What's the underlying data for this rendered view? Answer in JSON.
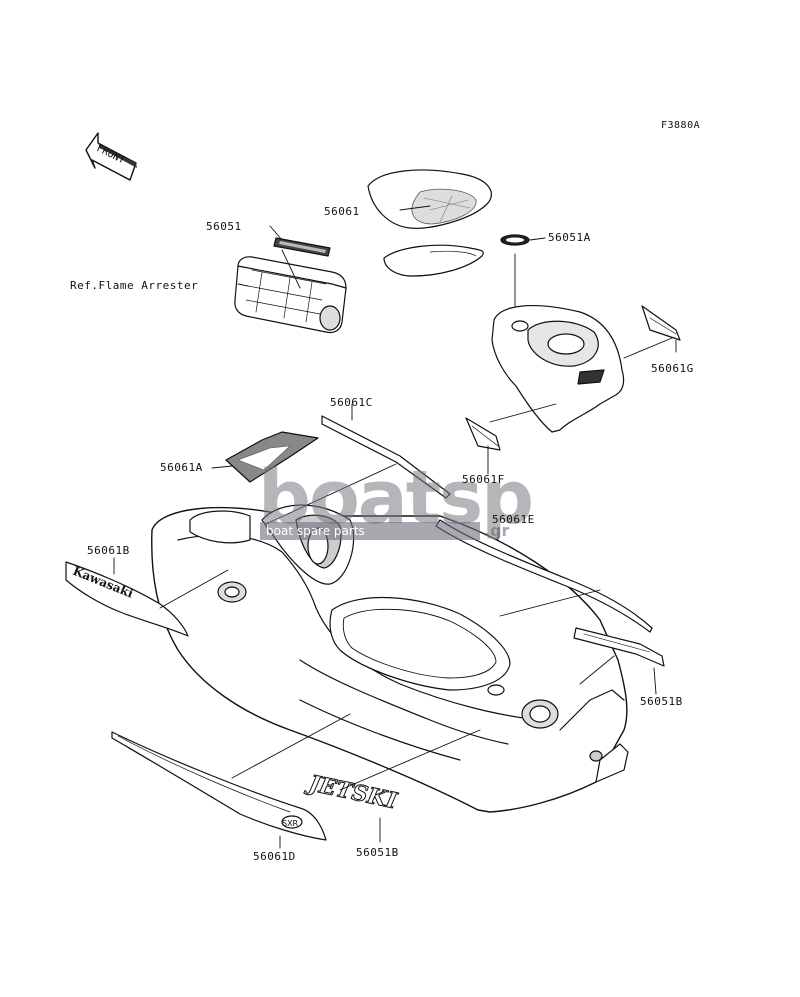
{
  "diagram": {
    "ref_code": "F3880A",
    "front_label": "FRONT",
    "watermark": {
      "main": "boatsp",
      "sub": "boat spare parts",
      "suffix": ".gr"
    },
    "decal_texts": {
      "jetski": "JETSKI",
      "kawasaki": "Kawasaki",
      "model": "SXR"
    },
    "labels": [
      {
        "id": "56061",
        "text": "56061"
      },
      {
        "id": "56051",
        "text": "56051"
      },
      {
        "id": "56051A",
        "text": "56051A"
      },
      {
        "id": "ref-flame",
        "text": "Ref.Flame Arrester"
      },
      {
        "id": "56061G",
        "text": "56061G"
      },
      {
        "id": "56061C",
        "text": "56061C"
      },
      {
        "id": "56061A",
        "text": "56061A"
      },
      {
        "id": "56061F",
        "text": "56061F"
      },
      {
        "id": "56061E",
        "text": "56061E"
      },
      {
        "id": "56061B",
        "text": "56061B"
      },
      {
        "id": "56051B-right",
        "text": "56051B"
      },
      {
        "id": "56061D",
        "text": "56061D"
      },
      {
        "id": "56051B-bottom",
        "text": "56051B"
      }
    ]
  }
}
